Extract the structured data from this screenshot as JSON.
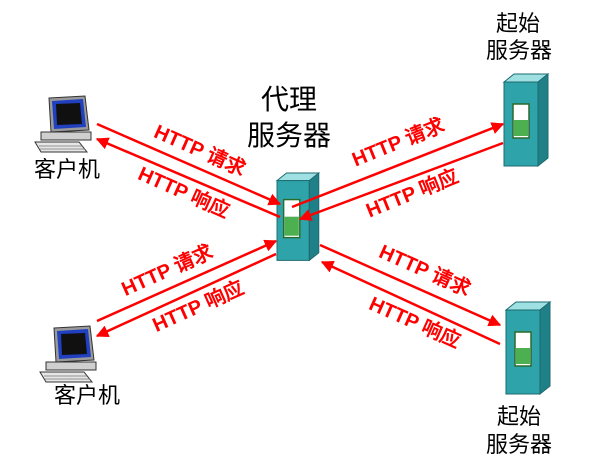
{
  "colors": {
    "arrow": "#ff0000",
    "node_label": "#000000",
    "background": "#ffffff",
    "server_body": "#2ea3aa",
    "server_window_green": "#4caf50"
  },
  "icons": {
    "client": "desktop-computer-icon",
    "server": "server-tower-icon"
  },
  "client_top": {
    "label": "客户机"
  },
  "client_bottom": {
    "label": "客户机"
  },
  "proxy": {
    "line1": "代理",
    "line2": "服务器"
  },
  "origin_top": {
    "line1": "起始",
    "line2": "服务器"
  },
  "origin_bottom": {
    "line1": "起始",
    "line2": "服务器"
  },
  "links": {
    "client_top_proxy": {
      "request": "HTTP 请求",
      "response": "HTTP 响应"
    },
    "proxy_origin_top": {
      "request": "HTTP 请求",
      "response": "HTTP 响应"
    },
    "client_bottom_proxy": {
      "request": "HTTP 请求",
      "response": "HTTP 响应"
    },
    "proxy_origin_bottom": {
      "request": "HTTP 请求",
      "response": "HTTP 响应"
    }
  }
}
